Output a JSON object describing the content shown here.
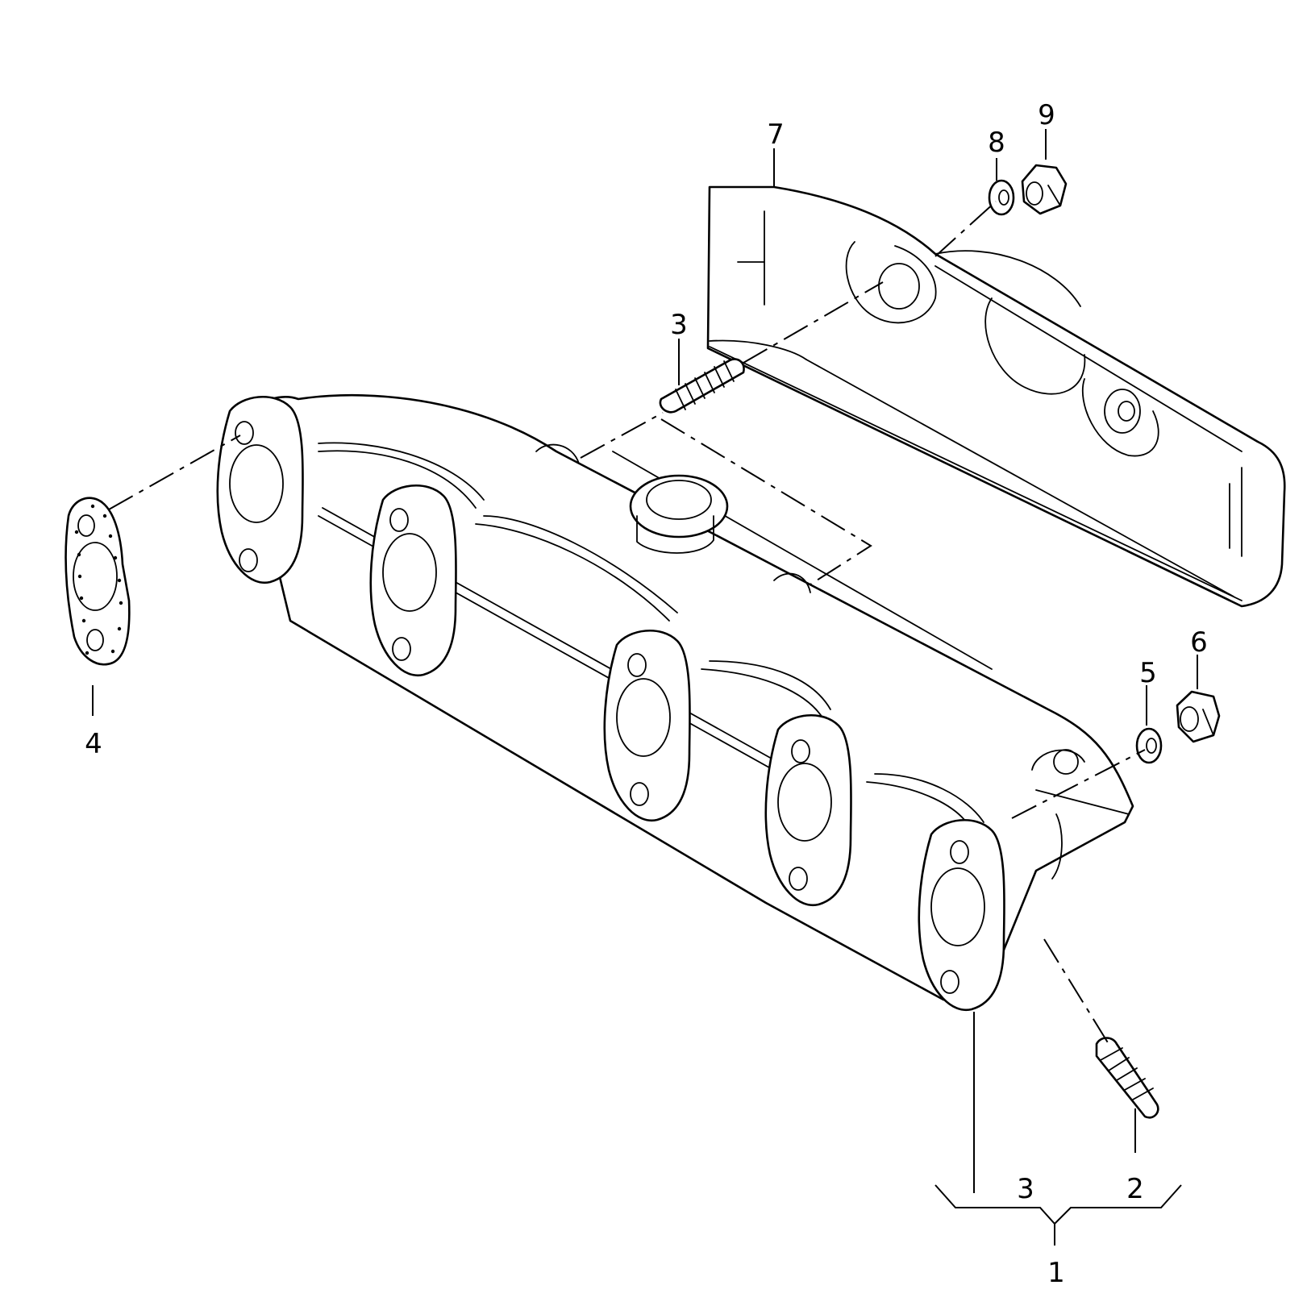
{
  "callouts": [
    {
      "id": "p1",
      "label": "1"
    },
    {
      "id": "p2",
      "label": "2"
    },
    {
      "id": "p3-bracket",
      "label": "3"
    },
    {
      "id": "p3-stud",
      "label": "3"
    },
    {
      "id": "p4",
      "label": "4"
    },
    {
      "id": "p5",
      "label": "5"
    },
    {
      "id": "p6",
      "label": "6"
    },
    {
      "id": "p7",
      "label": "7"
    },
    {
      "id": "p8",
      "label": "8"
    },
    {
      "id": "p9",
      "label": "9"
    }
  ]
}
